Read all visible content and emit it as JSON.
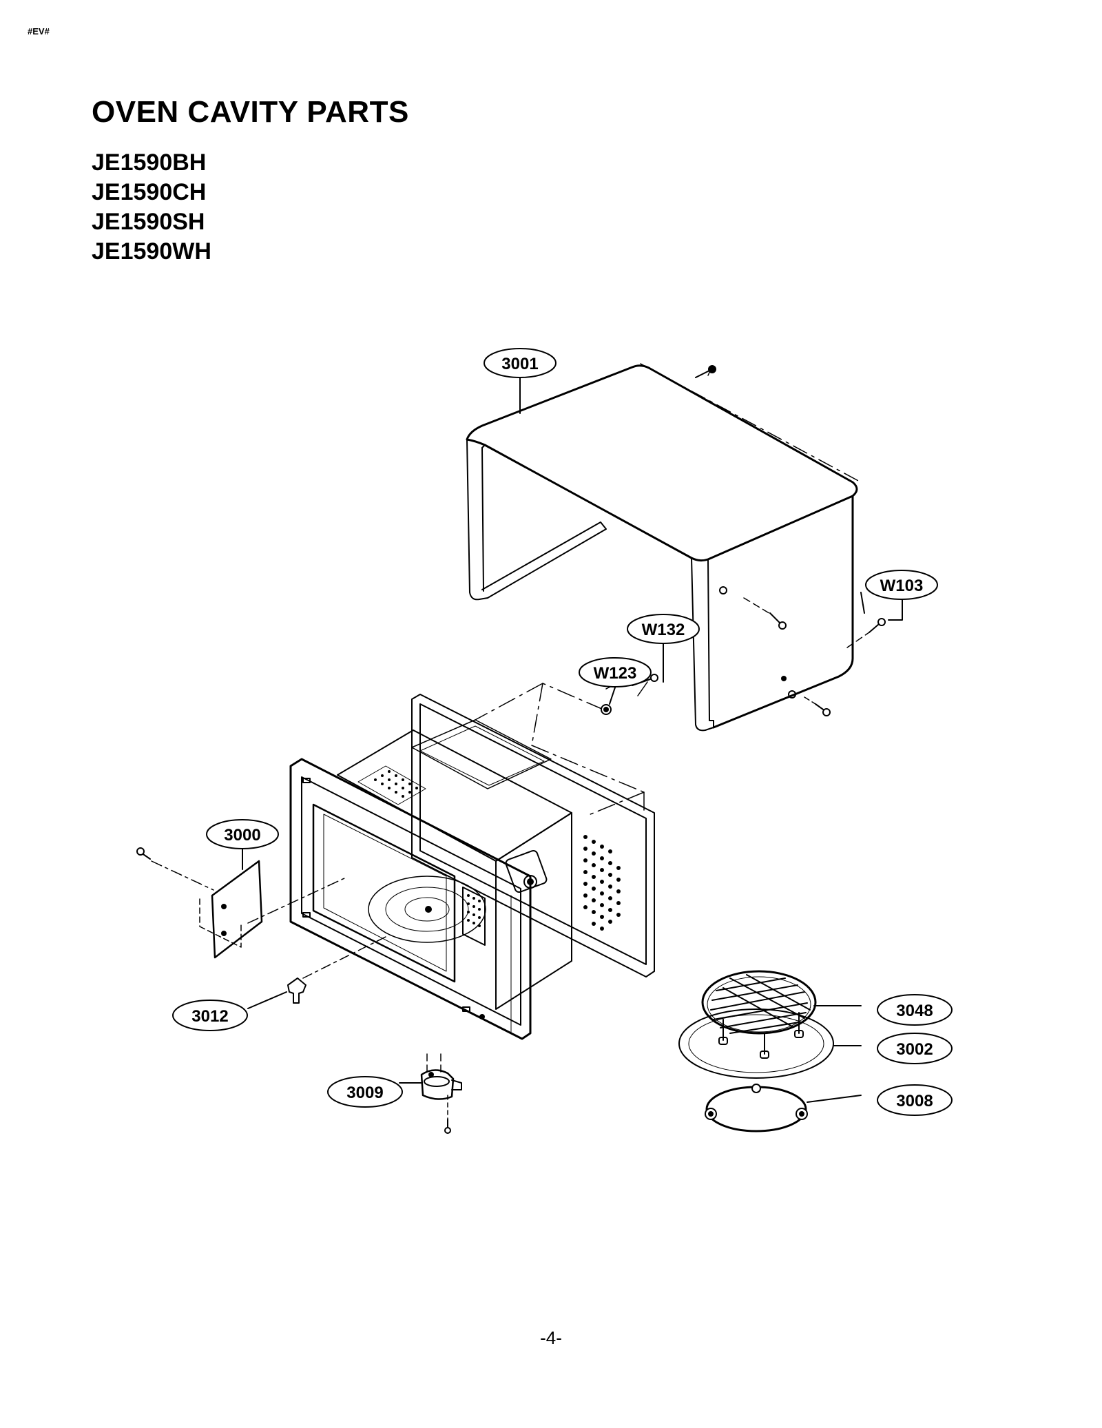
{
  "header_tag": "#EV#",
  "title": "OVEN CAVITY PARTS",
  "models": [
    "JE1590BH",
    "JE1590CH",
    "JE1590SH",
    "JE1590WH"
  ],
  "callouts": {
    "c3001": "3001",
    "cW103": "W103",
    "cW132": "W132",
    "cW123": "W123",
    "c3000": "3000",
    "c3012": "3012",
    "c3009": "3009",
    "c3048": "3048",
    "c3002": "3002",
    "c3008": "3008"
  },
  "page_number": "-4-"
}
